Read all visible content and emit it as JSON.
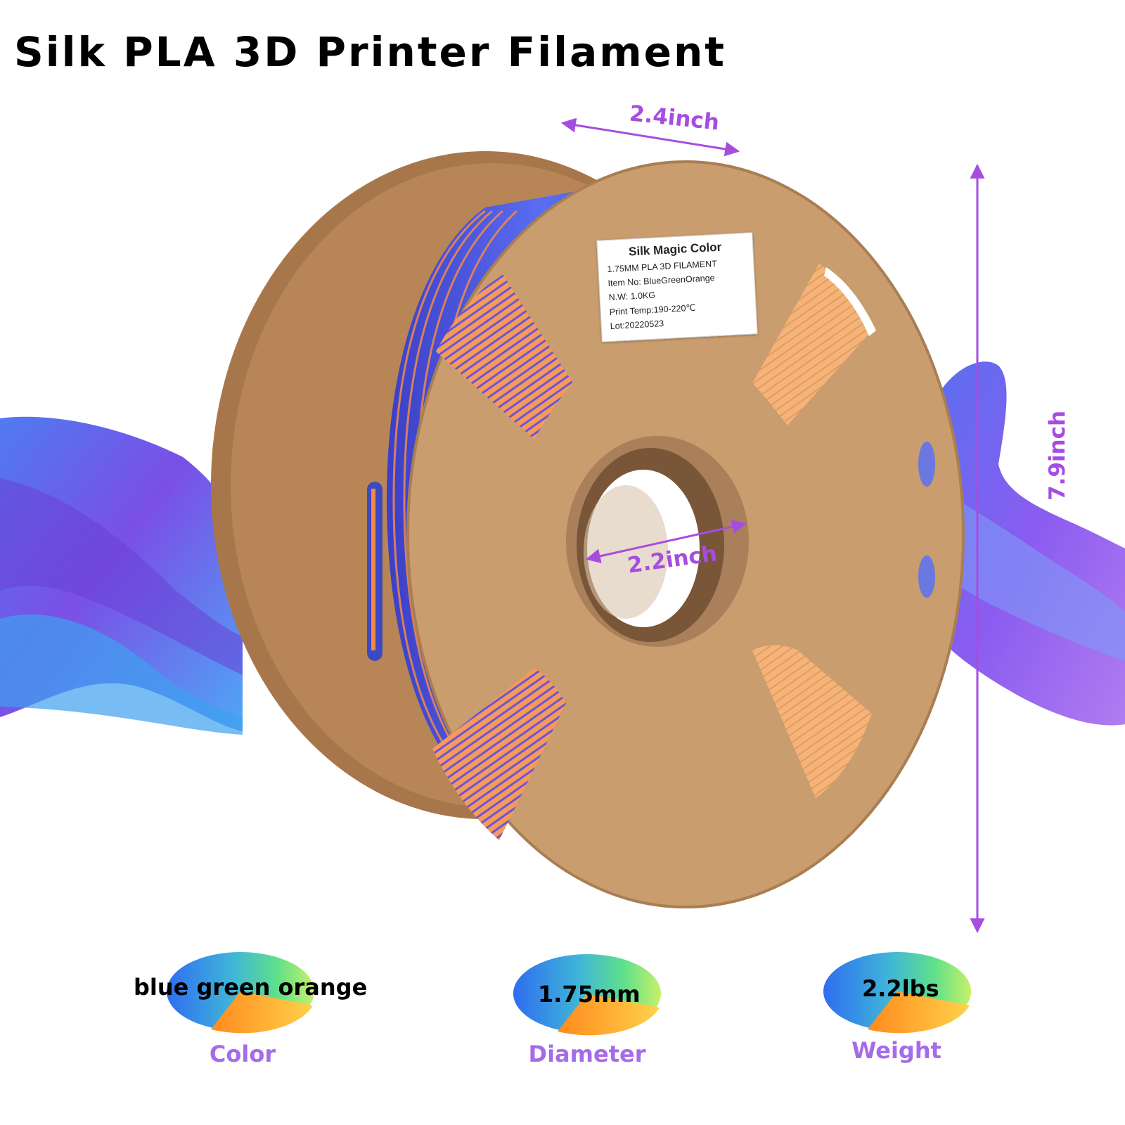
{
  "title": "Silk PLA 3D Printer Filament",
  "dimensions": {
    "width": "2.4inch",
    "height": "7.9inch",
    "hole": "2.2inch"
  },
  "spool_label": {
    "heading": "Silk Magic Color",
    "lines": [
      "1.75MM PLA 3D FILAMENT",
      "Item No: BlueGreenOrange",
      "N.W: 1.0KG",
      "Print Temp:190-220℃",
      "Lot:20220523"
    ]
  },
  "features": [
    {
      "value": "blue green orange",
      "caption": "Color"
    },
    {
      "value": "1.75mm",
      "caption": "Diameter"
    },
    {
      "value": "2.2lbs",
      "caption": "Weight"
    }
  ],
  "colors": {
    "accent_purple": "#a64de0",
    "cardboard": "#c79d6f",
    "filament_blue": "#4450d8",
    "filament_orange": "#f08a4a"
  },
  "icons": [
    "arrow-icon",
    "color-wheel-icon"
  ]
}
